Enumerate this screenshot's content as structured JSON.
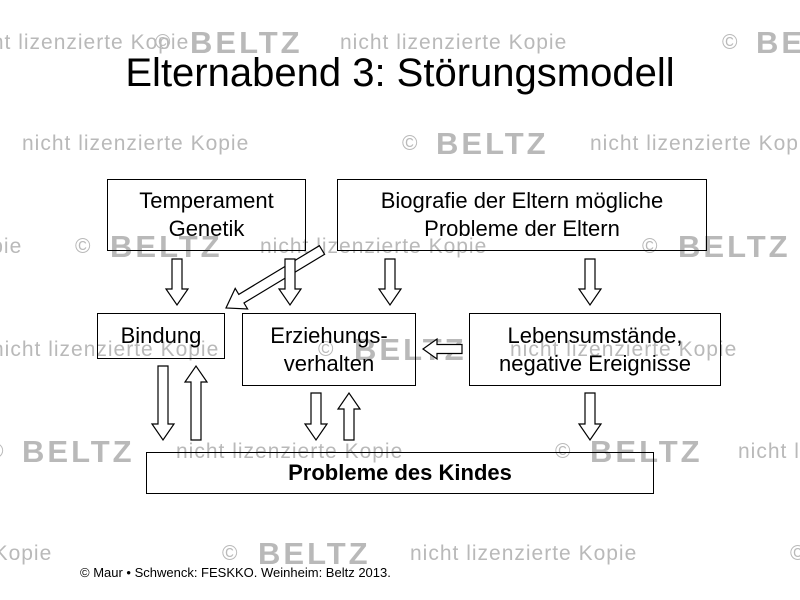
{
  "watermark": {
    "copyright_symbol": "©",
    "brand": "BELTZ",
    "text": "nicht lizenzierte Kopie",
    "color": "#b9b9b9"
  },
  "slide": {
    "title": "Elternabend 3: Störungsmodell"
  },
  "diagram": {
    "boxes": {
      "temperament": {
        "line1": "Temperament",
        "line2": "Genetik"
      },
      "biografie": {
        "line1": "Biografie der Eltern mögliche",
        "line2": "Probleme der Eltern"
      },
      "bindung": {
        "line1": "Bindung"
      },
      "erziehung": {
        "line1": "Erziehungs-",
        "line2": "verhalten"
      },
      "lebensumstaende": {
        "line1": "Lebensumstände,",
        "line2": "negative Ereignisse"
      },
      "probleme": {
        "line1": "Probleme des Kindes"
      }
    },
    "arrow_style": "hollow-block"
  },
  "footer": {
    "citation": "© Maur • Schwenck: FESKKO. Weinheim: Beltz 2013."
  }
}
